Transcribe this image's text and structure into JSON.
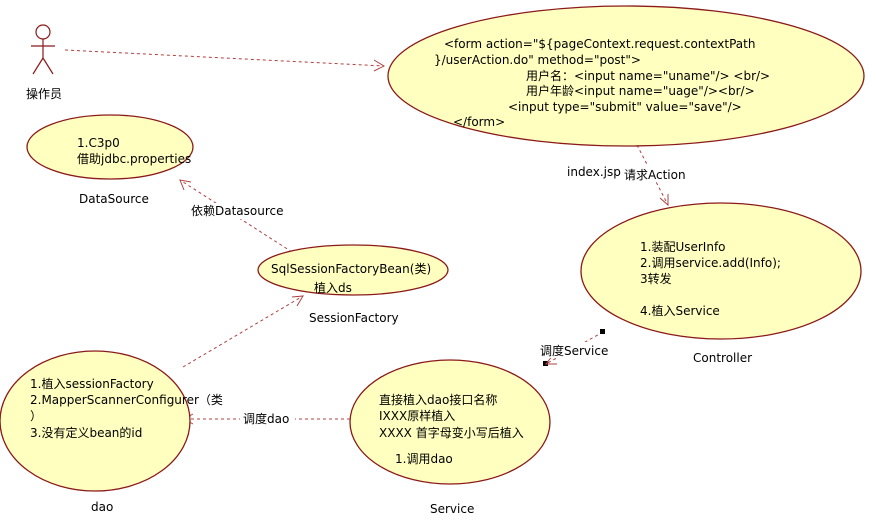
{
  "actor": {
    "label": "操作员"
  },
  "nodes": {
    "form": {
      "caption": "index.jsp",
      "lines": [
        "<form action=\"${pageContext.request.contextPath",
        "}/userAction.do\" method=\"post\">",
        "用户名：<input name=\"uname\"/> <br/>",
        "用户年龄<input name=\"uage\"/><br/>",
        "<input type=\"submit\" value=\"save\"/>",
        "</form>"
      ]
    },
    "datasource": {
      "caption": "DataSource",
      "lines": [
        "1.C3p0",
        "借助jdbc.properties"
      ]
    },
    "sessionfactory": {
      "caption": "SessionFactory",
      "lines": [
        "SqlSessionFactoryBean(类)",
        "植入ds"
      ]
    },
    "controller": {
      "caption": "Controller",
      "lines": [
        "1.装配UserInfo",
        "2.调用service.add(Info);",
        "3转发",
        "",
        "4.植入Service"
      ]
    },
    "dao": {
      "caption": "dao",
      "lines": [
        "1.植入sessionFactory",
        "2.MapperScannerConfigurer（类",
        "）",
        "3.没有定义bean的id"
      ]
    },
    "service": {
      "caption": "Service",
      "lines": [
        "直接植入dao接口名称",
        "IXXX原样植入",
        "XXXX 首字母变小写后植入",
        "",
        "1.调用dao"
      ]
    }
  },
  "edges": {
    "request_action": "请求Action",
    "depends_datasource": "依赖Datasource",
    "call_service": "调度Service",
    "call_dao": "调度dao"
  },
  "colors": {
    "ellipse_fill": "#ffffc0",
    "ellipse_stroke": "#8b1a1a",
    "connector": "#b04040"
  }
}
